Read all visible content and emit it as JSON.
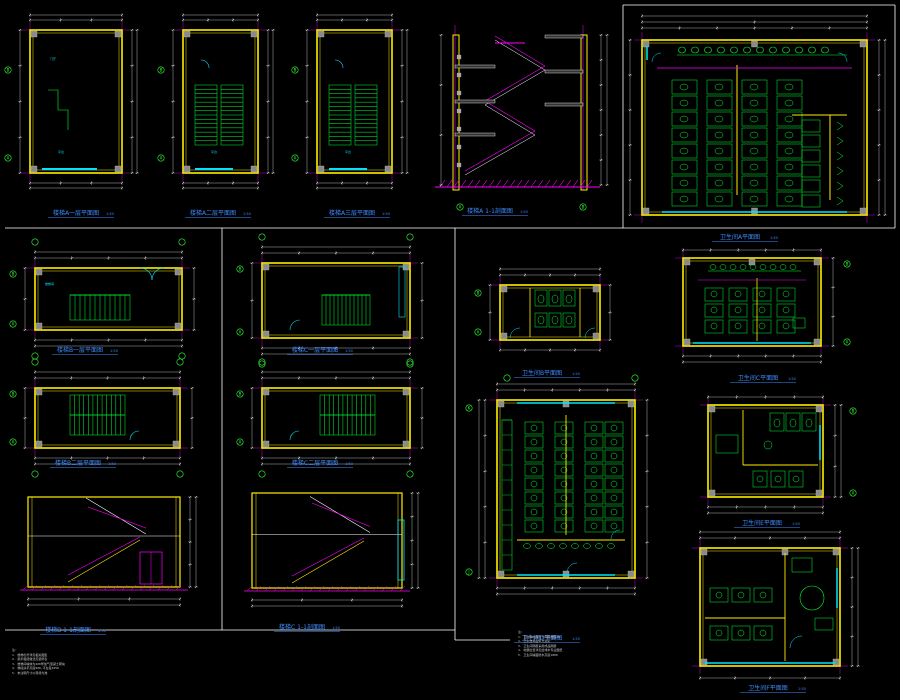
{
  "sheet": {
    "background": "#000000",
    "colors": {
      "wall": "#ffee00",
      "axis": "#ff00ff",
      "dim": "#ffffff",
      "fixture": "#00ff33",
      "stair": "#00ff33",
      "glass": "#00e5ff",
      "column": "#b0b0b0",
      "title": "#3d8bff",
      "hatch": "#ff00ff",
      "dimgreen": "#33ff33"
    }
  },
  "drawings": [
    {
      "kind": "stair-plan",
      "title": "楼梯A一层平面图",
      "scale": "1:50",
      "axes": {
        "top": "",
        "left": [
          "B",
          "A"
        ]
      }
    },
    {
      "kind": "stair-plan",
      "title": "楼梯A二层平面图",
      "scale": "1:50",
      "axes": {
        "top": "",
        "left": [
          "B",
          "A"
        ]
      }
    },
    {
      "kind": "stair-plan",
      "title": "楼梯A三层平面图",
      "scale": "1:50",
      "axes": {
        "top": "",
        "left": [
          "B",
          "A"
        ]
      }
    },
    {
      "kind": "stair-section",
      "title": "楼梯A 1-1剖面图",
      "scale": "1:50",
      "axes": {
        "bottom": [
          "A",
          "B"
        ]
      }
    },
    {
      "kind": "toilet-plan",
      "title": "卫生间A平面图",
      "scale": "1:50"
    },
    {
      "kind": "stair-plan",
      "title": "楼梯B一层平面图",
      "scale": "1:50",
      "axes": {
        "left": [
          "B",
          "A"
        ]
      }
    },
    {
      "kind": "stair-plan",
      "title": "楼梯C一层平面图",
      "scale": "1:50",
      "axes": {
        "left": [
          "B",
          "A"
        ]
      }
    },
    {
      "kind": "stair-plan",
      "title": "楼梯B二层平面图",
      "scale": "1:50",
      "axes": {
        "left": [
          "B",
          "A"
        ]
      }
    },
    {
      "kind": "stair-plan",
      "title": "楼梯C二层平面图",
      "scale": "1:50",
      "axes": {
        "left": [
          "B",
          "A"
        ]
      }
    },
    {
      "kind": "stair-section",
      "title": "楼梯B 1-1剖面图",
      "scale": "1:50"
    },
    {
      "kind": "stair-section",
      "title": "楼梯C 1-1剖面图",
      "scale": "1:50"
    },
    {
      "kind": "toilet-plan",
      "title": "卫生间B平面图",
      "scale": "1:50"
    },
    {
      "kind": "toilet-plan",
      "title": "卫生间C平面图",
      "scale": "1:50"
    },
    {
      "kind": "toilet-plan",
      "title": "卫生间D平面图",
      "scale": "1:50"
    },
    {
      "kind": "toilet-plan",
      "title": "卫生间E平面图",
      "scale": "1:50"
    },
    {
      "kind": "toilet-plan",
      "title": "卫生间F平面图",
      "scale": "1:50"
    }
  ],
  "notes": {
    "left": "注:\n1. 楼梯栏杆详见相关图集\n2. 踏步面层做法见装修表\n3. 楼梯间墙体为200厚加气混凝土砌块\n4. 梯段扶手高度900,平台段1050\n5. 未注明尺寸以现场为准",
    "middle": "注:\n1. 卫生间地面低于同层楼面20\n2. 卫生洁具由甲方选定\n3. 卫生间隔断采用成品隔断\n4. 地漏位置详见给排水专业图纸\n5. 卫生间墙面防水高度1800"
  }
}
